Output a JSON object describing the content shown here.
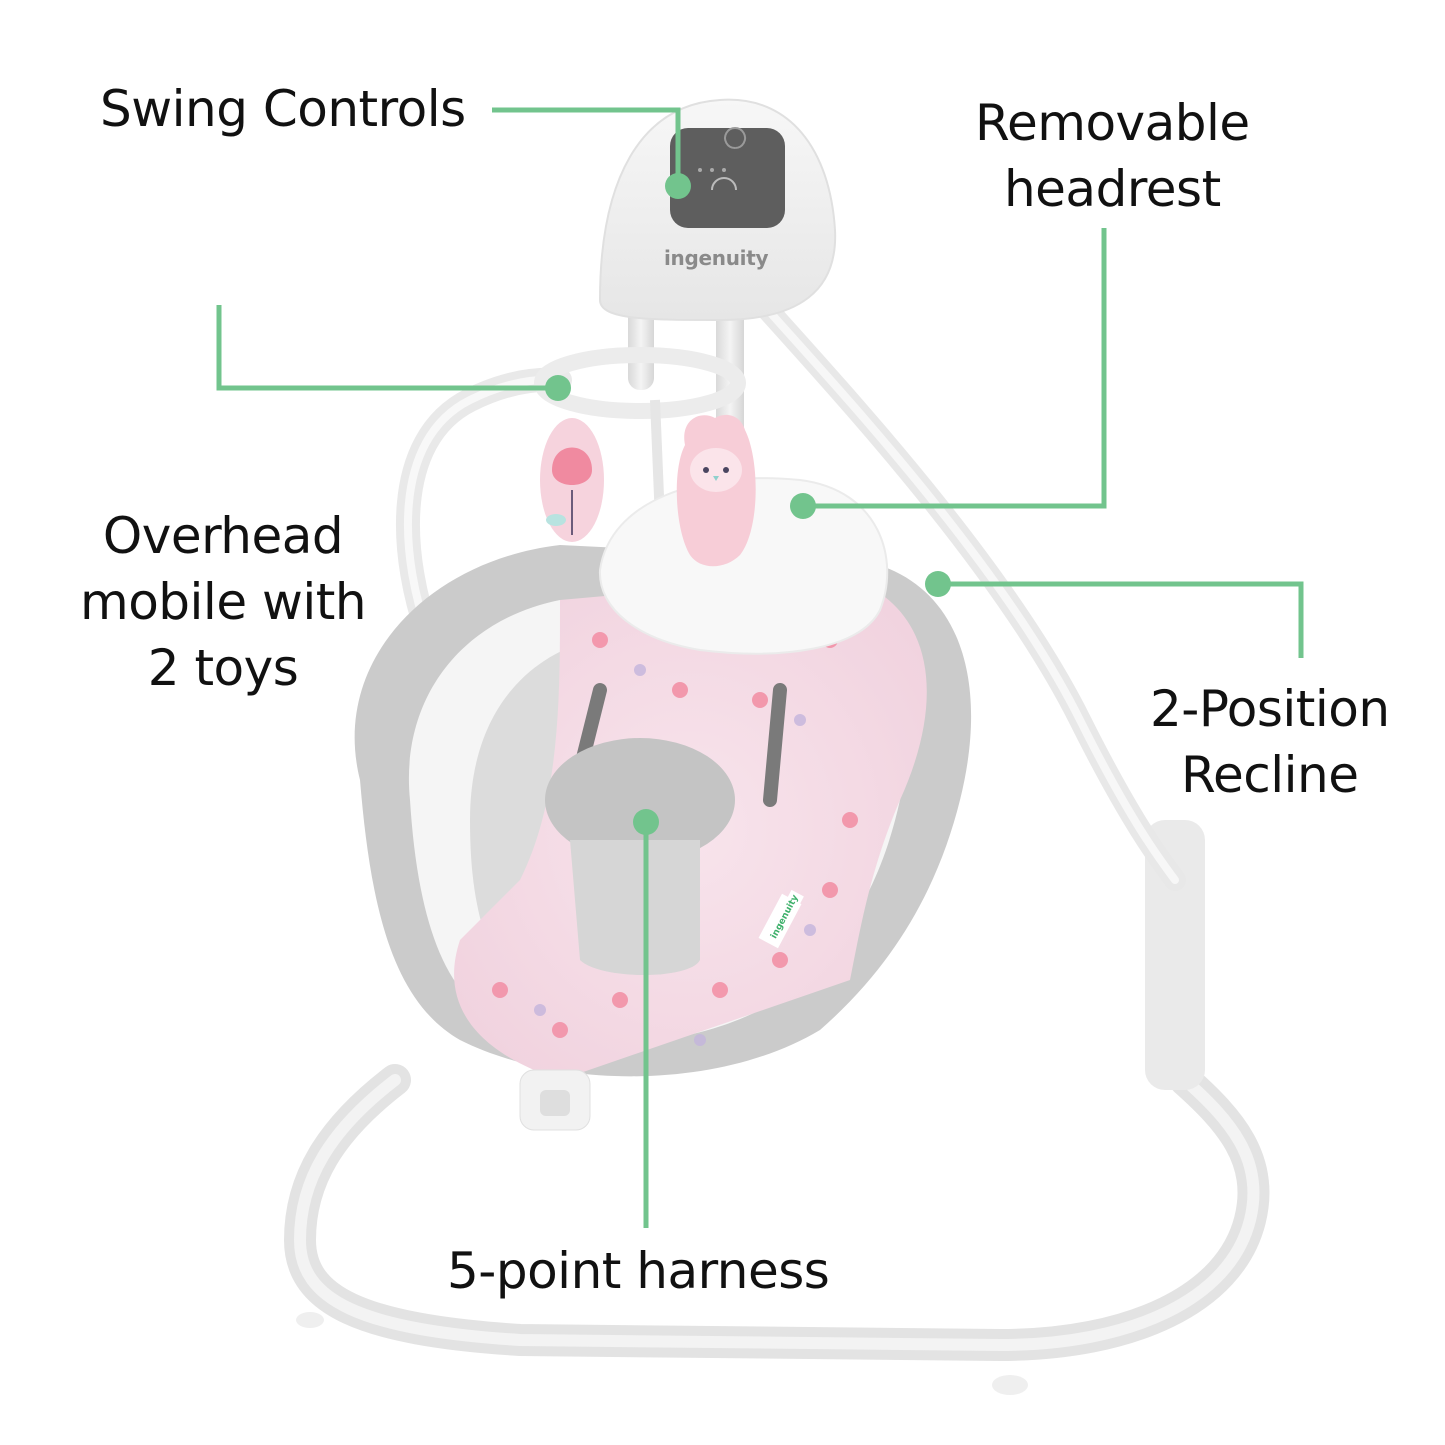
{
  "product": {
    "brand_logo": "ingenuity",
    "seat_tag": "ingenuity"
  },
  "colors": {
    "callout_green": "#72c48d",
    "label_text": "#111111",
    "frame_gray": "#e6e6e6",
    "cushion_gray": "#c9c9c9",
    "fabric_pink": "#f6dde6",
    "control_panel": "#5e5e5e"
  },
  "callouts": [
    {
      "id": "swing-controls",
      "lines": [
        "Swing Controls"
      ]
    },
    {
      "id": "removable-headrest",
      "lines": [
        "Removable",
        "headrest"
      ]
    },
    {
      "id": "overhead-mobile",
      "lines": [
        "Overhead",
        "mobile with",
        "2 toys"
      ]
    },
    {
      "id": "recline",
      "lines": [
        "2-Position",
        "Recline"
      ]
    },
    {
      "id": "harness",
      "lines": [
        "5-point harness"
      ]
    }
  ]
}
